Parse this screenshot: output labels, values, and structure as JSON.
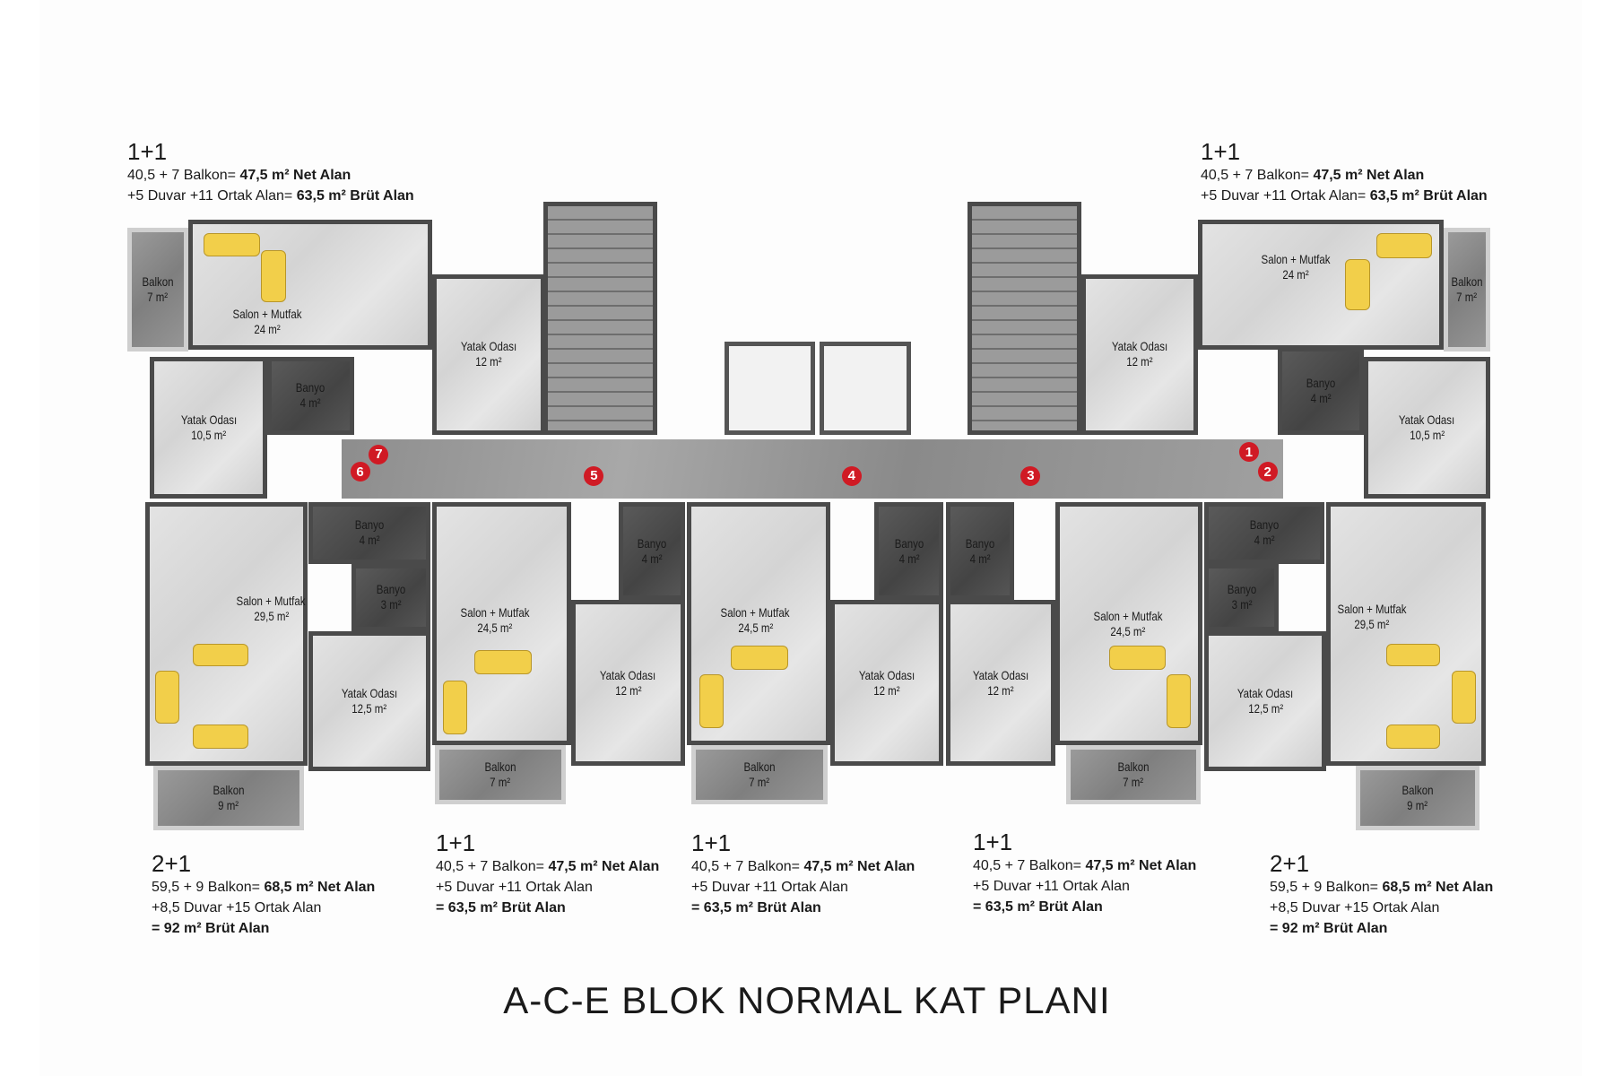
{
  "title": "A-C-E BLOK NORMAL KAT PLANI",
  "units": [
    {
      "type": "1+1",
      "line1": "40,5 + 7 Balkon= ",
      "line1_bold": "47,5 m² Net Alan",
      "line2": "+5 Duvar +11 Ortak Alan= ",
      "line2_bold": "63,5 m² Brüt Alan"
    },
    {
      "type": "1+1",
      "line1": "40,5 + 7 Balkon= ",
      "line1_bold": "47,5 m² Net Alan",
      "line2": "+5 Duvar +11 Ortak Alan= ",
      "line2_bold": "63,5 m² Brüt Alan"
    },
    {
      "type": "2+1",
      "line1": "59,5 + 9 Balkon= ",
      "line1_bold": "68,5 m² Net Alan",
      "line2": "+8,5 Duvar +15 Ortak Alan",
      "line3_bold": "= 92 m² Brüt Alan"
    },
    {
      "type": "1+1",
      "line1": "40,5 + 7 Balkon= ",
      "line1_bold": "47,5 m² Net Alan",
      "line2": "+5 Duvar +11 Ortak Alan",
      "line3_bold": "= 63,5 m² Brüt Alan"
    },
    {
      "type": "1+1",
      "line1": "40,5 + 7 Balkon= ",
      "line1_bold": "47,5 m² Net Alan",
      "line2": "+5 Duvar +11 Ortak Alan",
      "line3_bold": "= 63,5 m² Brüt Alan"
    },
    {
      "type": "1+1",
      "line1": "40,5 + 7 Balkon= ",
      "line1_bold": "47,5 m² Net Alan",
      "line2": "+5 Duvar +11 Ortak Alan",
      "line3_bold": "= 63,5 m² Brüt Alan"
    },
    {
      "type": "2+1",
      "line1": "59,5 + 9 Balkon= ",
      "line1_bold": "68,5 m² Net Alan",
      "line2": "+8,5 Duvar +15 Ortak Alan",
      "line3_bold": "= 92 m² Brüt Alan"
    }
  ],
  "rooms": [
    {
      "name": "Balkon",
      "area": "7 m²"
    },
    {
      "name": "Salon + Mutfak",
      "area": "24 m²"
    },
    {
      "name": "Yatak Odası",
      "area": "12 m²"
    },
    {
      "name": "Yatak Odası",
      "area": "10,5 m²"
    },
    {
      "name": "Banyo",
      "area": "4 m²"
    },
    {
      "name": "Yatak Odası",
      "area": "12 m²"
    },
    {
      "name": "Salon + Mutfak",
      "area": "24 m²"
    },
    {
      "name": "Balkon",
      "area": "7 m²"
    },
    {
      "name": "Banyo",
      "area": "4 m²"
    },
    {
      "name": "Yatak Odası",
      "area": "10,5 m²"
    },
    {
      "name": "Salon + Mutfak",
      "area": "29,5 m²"
    },
    {
      "name": "Balkon",
      "area": "9 m²"
    },
    {
      "name": "Banyo",
      "area": "4 m²"
    },
    {
      "name": "Banyo",
      "area": "3 m²"
    },
    {
      "name": "Yatak Odası",
      "area": "12,5 m²"
    },
    {
      "name": "Salon + Mutfak",
      "area": "24,5 m²"
    },
    {
      "name": "Balkon",
      "area": "7 m²"
    },
    {
      "name": "Banyo",
      "area": "4 m²"
    },
    {
      "name": "Yatak Odası",
      "area": "12 m²"
    },
    {
      "name": "Salon + Mutfak",
      "area": "24,5 m²"
    },
    {
      "name": "Balkon",
      "area": "7 m²"
    },
    {
      "name": "Banyo",
      "area": "4 m²"
    },
    {
      "name": "Yatak Odası",
      "area": "12 m²"
    },
    {
      "name": "Banyo",
      "area": "4 m²"
    },
    {
      "name": "Yatak Odası",
      "area": "12 m²"
    },
    {
      "name": "Salon + Mutfak",
      "area": "24,5 m²"
    },
    {
      "name": "Balkon",
      "area": "7 m²"
    },
    {
      "name": "Banyo",
      "area": "4 m²"
    },
    {
      "name": "Banyo",
      "area": "3 m²"
    },
    {
      "name": "Yatak Odası",
      "area": "12,5 m²"
    },
    {
      "name": "Salon + Mutfak",
      "area": "29,5 m²"
    },
    {
      "name": "Balkon",
      "area": "9 m²"
    }
  ],
  "markers": [
    "1",
    "2",
    "3",
    "4",
    "5",
    "6",
    "7"
  ],
  "colors": {
    "marker": "#d01a24",
    "furniture": "#f2cf4a",
    "wall": "#4a4a4a"
  }
}
